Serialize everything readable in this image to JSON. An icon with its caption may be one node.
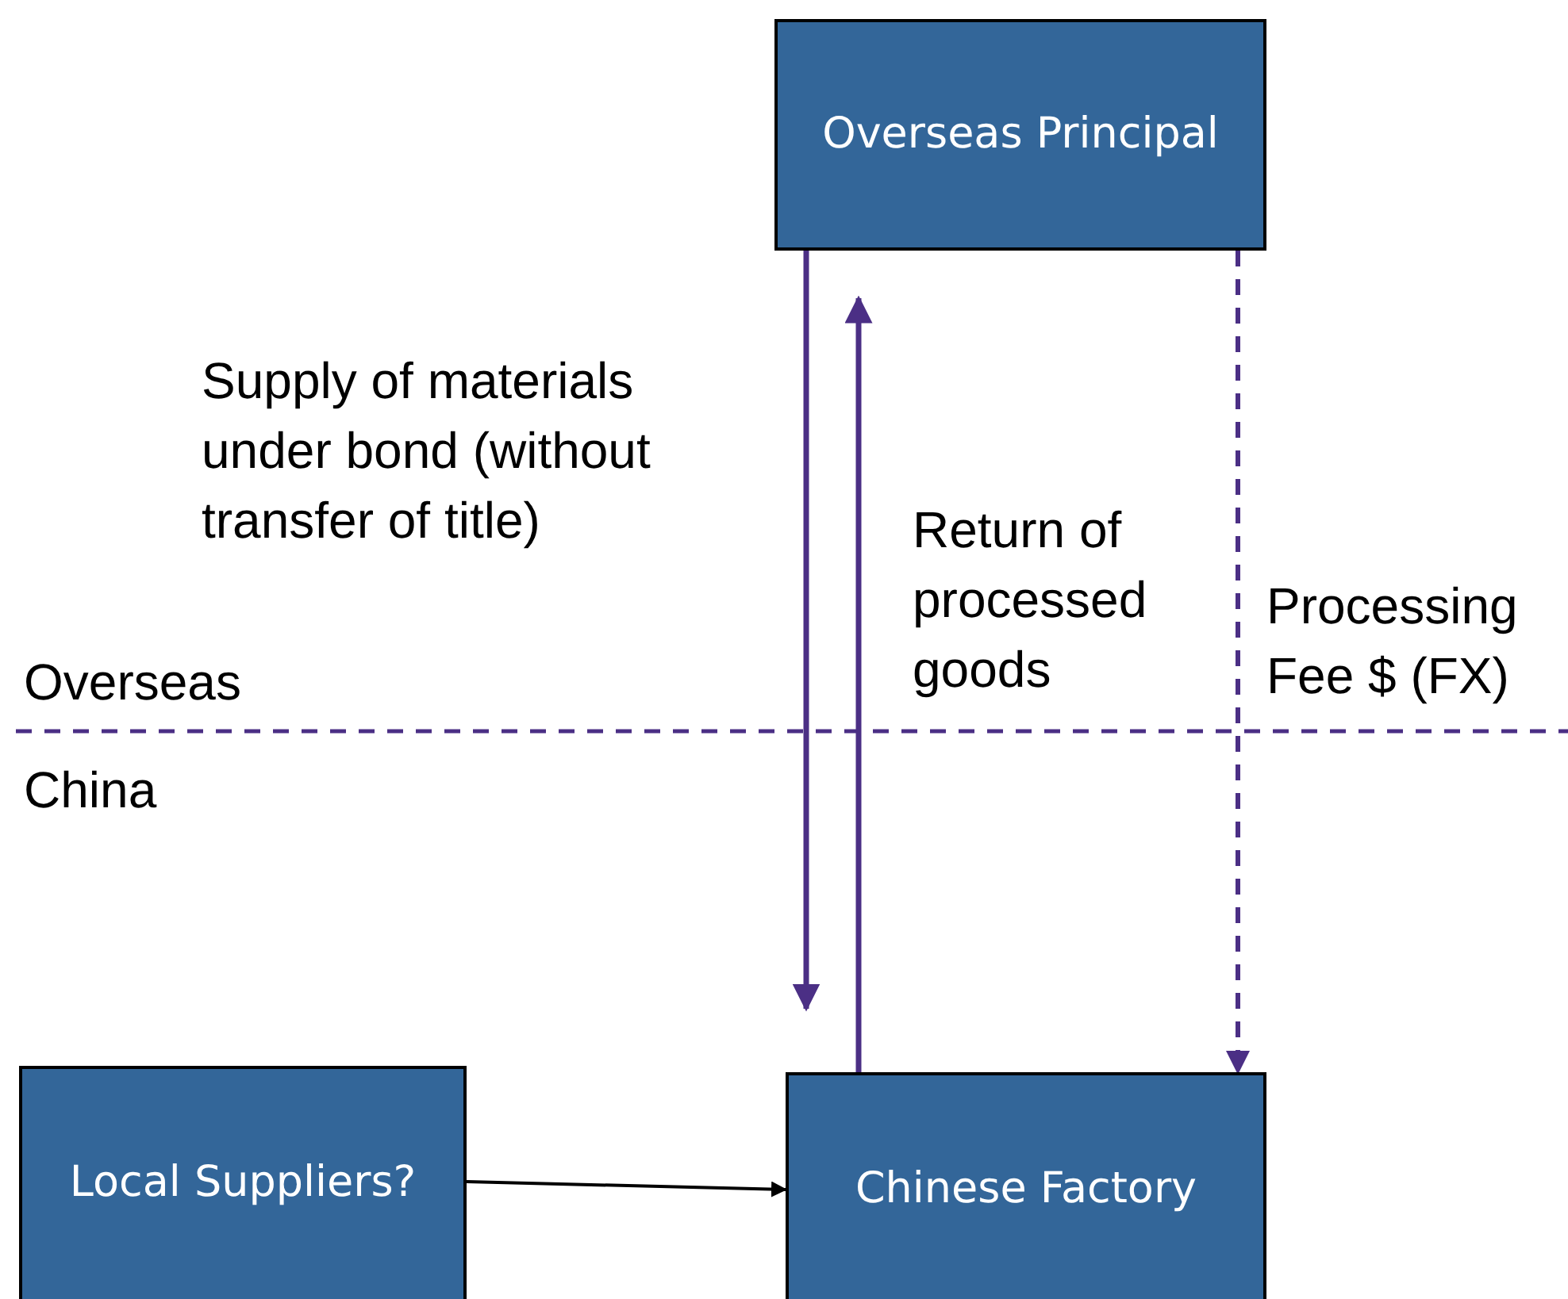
{
  "diagram": {
    "nodes": [
      {
        "text": [
          "Overseas Principal"
        ]
      },
      {
        "text": [
          "Local Suppliers?"
        ]
      },
      {
        "text": [
          "Chinese Factory"
        ]
      }
    ],
    "edges": [
      {
        "from": 0,
        "to": 2,
        "arrow": "to",
        "label": "Supply of materials under bond (without transfer of title)"
      },
      {
        "from": 2,
        "to": 0,
        "arrow": "to",
        "label": "Return of processed goods"
      },
      {
        "from": 0,
        "to": 2,
        "arrow": "to",
        "label": "Processing Fee $ (FX)",
        "style": "dashed"
      },
      {
        "from": 1,
        "to": 2,
        "arrow": "to",
        "color": "#000000"
      }
    ],
    "labels": [
      "Overseas",
      "China"
    ]
  }
}
